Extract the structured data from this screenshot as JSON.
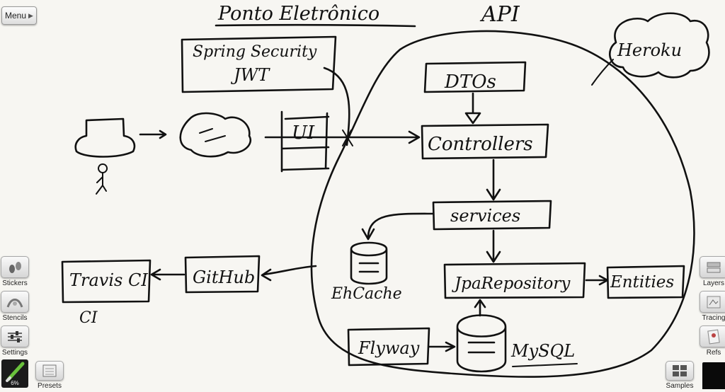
{
  "app": {
    "menu_label": "Menu"
  },
  "diagram": {
    "title": "Ponto Eletrônico",
    "api_label": "API",
    "heroku_label": "Heroku",
    "security_line1": "Spring Security",
    "security_line2": "JWT",
    "ui_label": "UI",
    "dtos_label": "DTOs",
    "controllers_label": "Controllers",
    "services_label": "services",
    "ehcache_label": "EhCache",
    "jpa_label": "JpaRepository",
    "entities_label": "Entities",
    "flyway_label": "Flyway",
    "mysql_label": "MySQL",
    "github_label": "GitHub",
    "travis_label": "Travis CI",
    "ci_label": "CI"
  },
  "left_toolbar": {
    "stickers_label": "Stickers",
    "stencils_label": "Stencils",
    "settings_label": "Settings",
    "brush_percent": "6%",
    "presets_label": "Presets"
  },
  "right_toolbar": {
    "layers_label": "Layers",
    "tracing_label": "Tracing",
    "refs_label": "Refs",
    "samples_label": "Samples"
  },
  "colors": {
    "ink": "#111111",
    "paper": "#f7f6f2"
  }
}
